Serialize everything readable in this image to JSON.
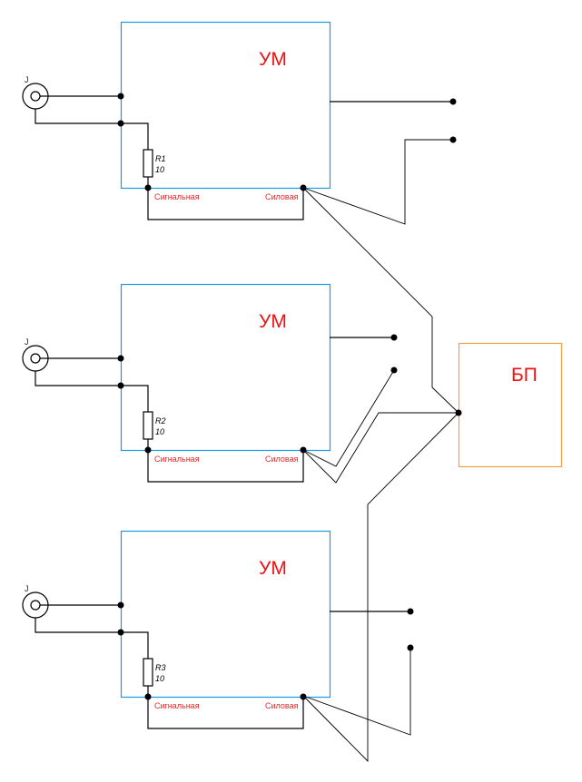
{
  "diagram": {
    "amplifiers": [
      {
        "title": "УМ",
        "jack_label": "J",
        "resistor_name": "R1",
        "resistor_value": "10",
        "port_signal": "Сигнальная",
        "port_power": "Силовая"
      },
      {
        "title": "УМ",
        "jack_label": "J",
        "resistor_name": "R2",
        "resistor_value": "10",
        "port_signal": "Сигнальная",
        "port_power": "Силовая"
      },
      {
        "title": "УМ",
        "jack_label": "J",
        "resistor_name": "R3",
        "resistor_value": "10",
        "port_signal": "Сигнальная",
        "port_power": "Силовая"
      }
    ],
    "power_supply": {
      "title": "БП"
    },
    "colors": {
      "amplifier_border": "#1a9ae6",
      "power_supply_border": "#f0a040",
      "label_red": "#ee1111",
      "wire": "#000000"
    }
  }
}
